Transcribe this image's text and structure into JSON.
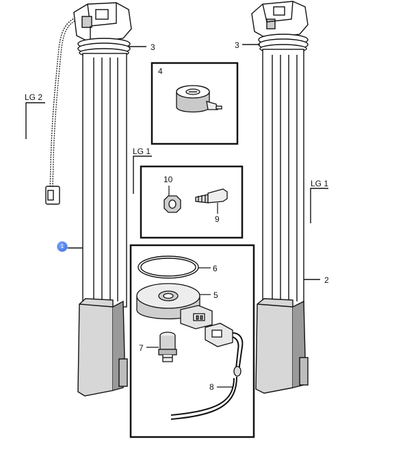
{
  "labels": {
    "lg2": "LG 2",
    "lg1_center": "LG 1",
    "lg1_right": "LG 1",
    "n1": "1",
    "n2": "2",
    "n3_left": "3",
    "n3_right": "3",
    "n4": "4",
    "n5": "5",
    "n6": "6",
    "n7": "7",
    "n8": "8",
    "n9": "9",
    "n10": "10"
  },
  "colors": {
    "line": "#111111",
    "fill": "#ffffff",
    "shade": "#bdbdbd",
    "dark": "#8a8a8a",
    "callout": "#3a6fe0"
  }
}
